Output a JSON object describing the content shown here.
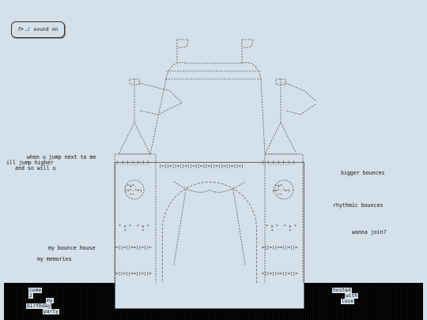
{
  "sound_button": {
    "label": "♬•.♪ sound on"
  },
  "labels": {
    "left_line1": "when u jump next to me",
    "left_line2": "ill jump higher",
    "left_line3": "and so will u",
    "bounce_house": "my bounce house",
    "memories": "my memories",
    "bigger_bounces": "bigger bounces",
    "rhythmic_bounces": "rhythmic bounces",
    "wanna_join": "wanna join?"
  },
  "footer_left": [
    "come",
    "2",
    "my",
    "birthday",
    "party"
  ],
  "footer_right": [
    "hosted",
    "with",
    "love"
  ],
  "art": {
    "banner": "[=][=][=][=][=][=][=][=][=][=][=]",
    "side_band": "=][=][==][=][=",
    "tower_top": "|_|_|_|_|_|_|",
    "face": ".*o*.\n(=°-°=)\n  \"\"",
    "stars": "* v *  * v *\n  *      *"
  },
  "colors": {
    "background": "#d4e0ea",
    "ground": "#000000",
    "ink": "#111111"
  }
}
